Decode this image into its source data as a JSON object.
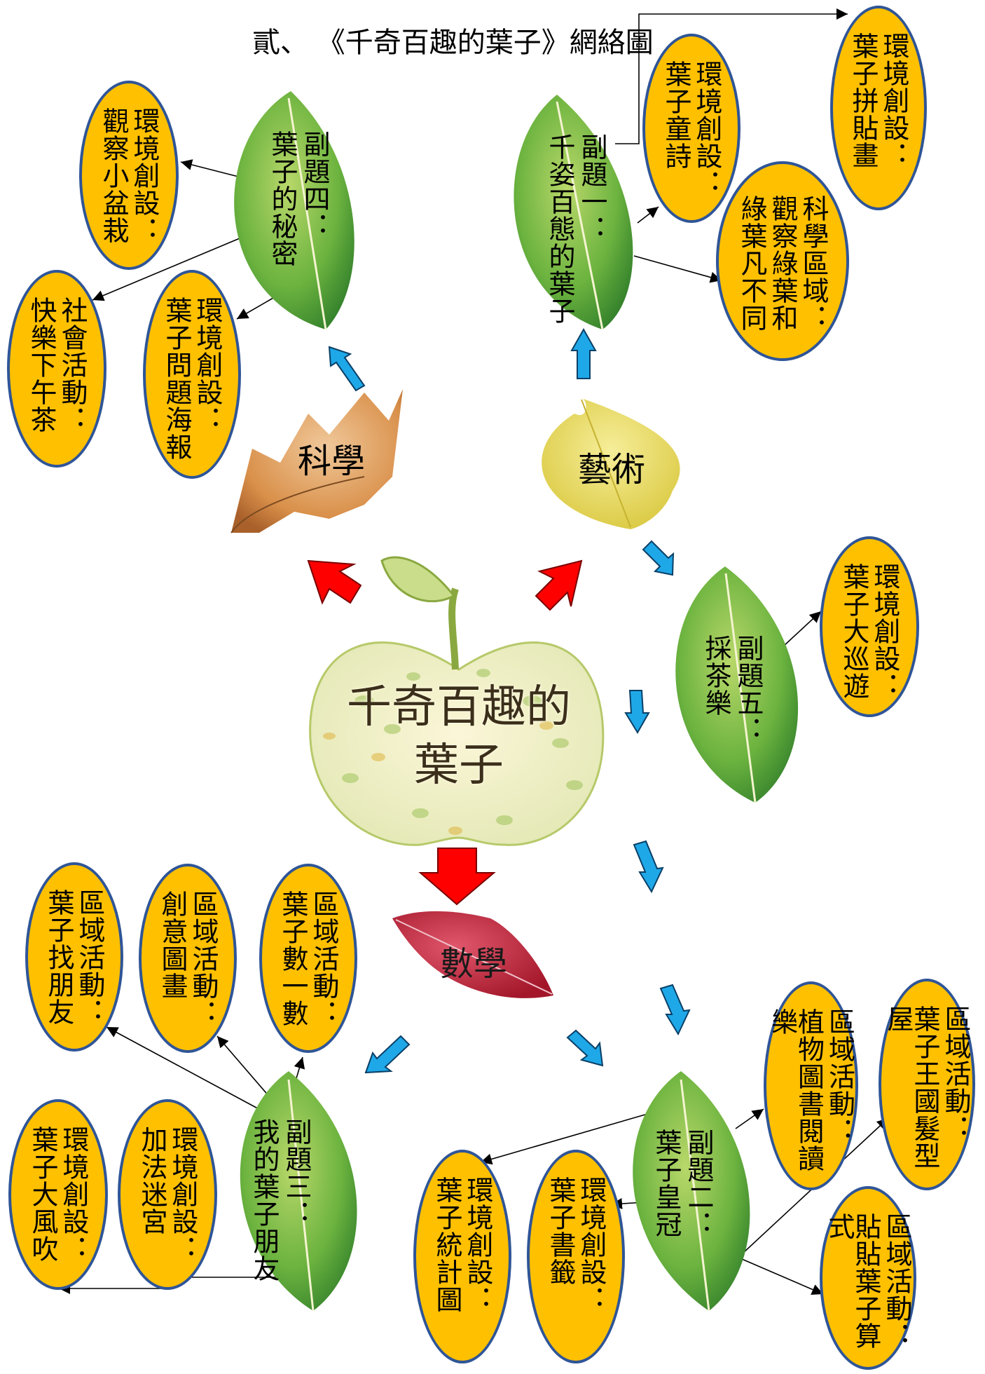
{
  "title": "貳、 《千奇百趣的葉子》網絡圖",
  "center": {
    "line1": "千奇百趣的",
    "line2": "葉子"
  },
  "categories": {
    "science": "科學",
    "art": "藝術",
    "math": "數學"
  },
  "subtopics": {
    "one": {
      "col1": "副題一：",
      "col2": "千姿百態的葉子"
    },
    "two": {
      "col1": "副題二：",
      "col2": "葉子皇冠"
    },
    "three": {
      "col1": "副題三：",
      "col2": "我的葉子朋友"
    },
    "four": {
      "col1": "副題四：",
      "col2": "葉子的秘密"
    },
    "five": {
      "col1": "副題五：",
      "col2": "採茶樂"
    }
  },
  "activities": {
    "pinTie": {
      "col1": "環境創設：",
      "col2": "葉子拼貼畫"
    },
    "tongShi": {
      "col1": "環境創設：",
      "col2": "葉子童詩"
    },
    "science": {
      "col1": "科學區域：",
      "col2": "觀察綠葉和",
      "col3": "綠葉凡不同"
    },
    "guanCha": {
      "col1": "環境創設：",
      "col2": "觀察小盆栽"
    },
    "wenTi": {
      "col1": "環境創設：",
      "col2": "葉子問題海報"
    },
    "xiaWuCha": {
      "col1": "社會活動：",
      "col2": "快樂下午茶"
    },
    "daXunYou": {
      "col1": "環境創設：",
      "col2": "葉子大巡遊"
    },
    "zhaoPengYou": {
      "col1": "區域活動：",
      "col2": "葉子找朋友"
    },
    "tuHua": {
      "col1": "區域活動：",
      "col2": "創意圖畫"
    },
    "shuYiShu": {
      "col1": "區域活動：",
      "col2": "葉子數一數"
    },
    "daFengChui": {
      "col1": "環境創設：",
      "col2": "葉子大風吹"
    },
    "miGong": {
      "col1": "環境創設：",
      "col2": "加法迷宮"
    },
    "tongJi": {
      "col1": "環境創設：",
      "col2": "葉子統計圖"
    },
    "shuQian": {
      "col1": "環境創設：",
      "col2": "葉子書籤"
    },
    "yueDu": {
      "col1": "區域活動：",
      "col2": "植物圖書閱讀樂"
    },
    "faXing": {
      "col1": "區域活動：",
      "col2": "葉子王國髮型屋"
    },
    "suanShi": {
      "col1": "區域活動：",
      "col2": "貼貼葉子算式"
    }
  },
  "colors": {
    "bubble": "#ffc000",
    "bubbleBorder": "#2f5597",
    "redArrow": "#ff0000",
    "blueArrow": "#1fa8e8",
    "leafGreen": "#6cb33f"
  }
}
